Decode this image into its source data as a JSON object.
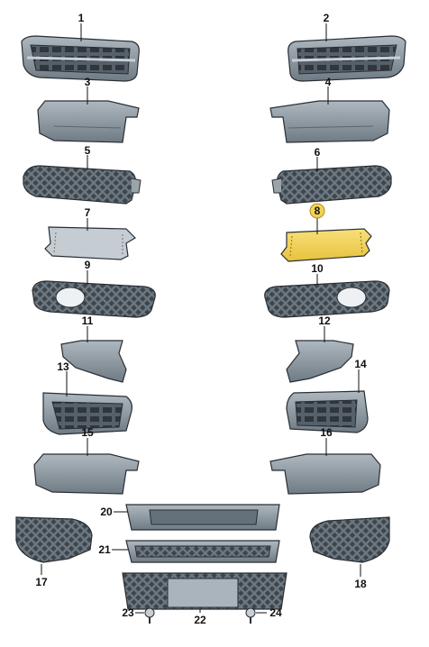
{
  "callouts": [
    "1",
    "2",
    "3",
    "4",
    "5",
    "6",
    "7",
    "8",
    "9",
    "10",
    "11",
    "12",
    "13",
    "14",
    "15",
    "16",
    "17",
    "18",
    "20",
    "21",
    "22",
    "23",
    "24"
  ],
  "highlight_color": "#f2d257",
  "part_color": "#8f9aa3",
  "grille_color": "#5c6770"
}
